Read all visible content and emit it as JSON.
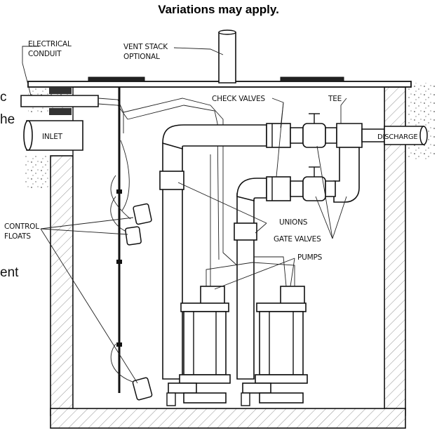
{
  "header": {
    "title": "Variations may apply."
  },
  "side_fragments": [
    "c",
    "he",
    "ent"
  ],
  "labels": {
    "electrical_conduit": [
      "ELECTRICAL",
      "CONDUIT"
    ],
    "vent_stack": [
      "VENT STACK",
      "OPTIONAL"
    ],
    "check_valves": "CHECK VALVES",
    "tee": "TEE",
    "inlet": "INLET",
    "discharge": "DISCHARGE",
    "control_floats": [
      "CONTROL",
      "FLOATS"
    ],
    "unions": "UNIONS",
    "gate_valves": "GATE VALVES",
    "pumps": "PUMPS"
  }
}
